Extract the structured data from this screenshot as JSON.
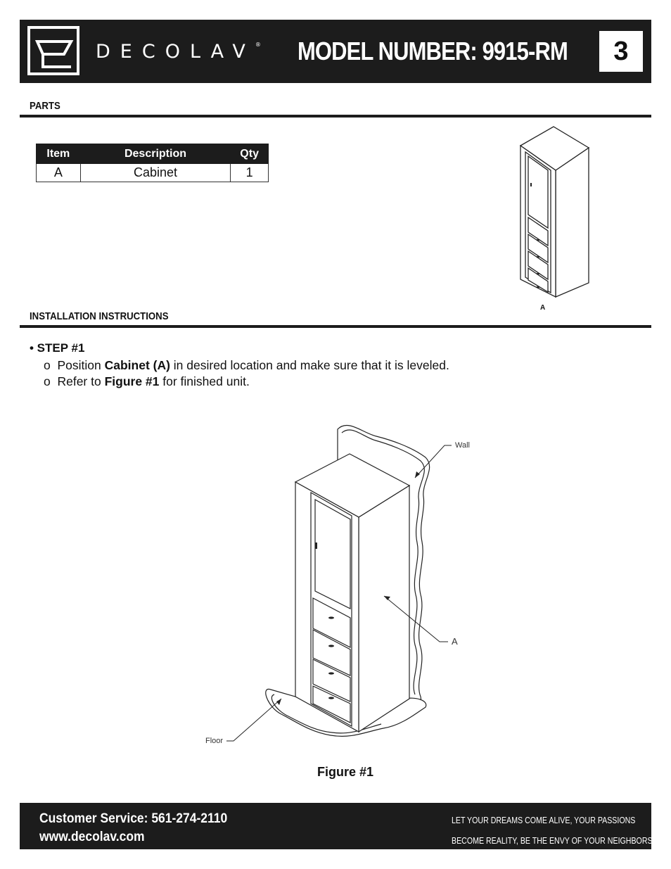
{
  "header": {
    "brand": "DECOLAV",
    "registered": "®",
    "model_label": "MODEL NUMBER: 9915-RM",
    "page_number": "3"
  },
  "parts": {
    "title": "PARTS",
    "columns": [
      "Item",
      "Description",
      "Qty"
    ],
    "rows": [
      {
        "item": "A",
        "description": "Cabinet",
        "qty": "1"
      }
    ],
    "illustration_label": "A"
  },
  "installation": {
    "title": "INSTALLATION INSTRUCTIONS",
    "step_title": "• STEP #1",
    "lines": [
      {
        "bullet": "o",
        "pre": "Position ",
        "bold": "Cabinet (A)",
        "post": " in desired location and make sure that it is leveled."
      },
      {
        "bullet": "o",
        "pre": "Refer to ",
        "bold": "Figure #1",
        "post": " for finished unit."
      }
    ]
  },
  "figure": {
    "label_wall": "Wall",
    "label_a": "A",
    "label_floor": "Floor",
    "caption": "Figure #1"
  },
  "footer": {
    "customer_service": "Customer Service: 561-274-2110",
    "website": "www.decolav.com",
    "slogan_line1": "LET YOUR DREAMS COME ALIVE, YOUR PASSIONS",
    "slogan_line2": "BECOME REALITY, BE THE ENVY OF YOUR NEIGHBORS",
    "slogan_mark": "®"
  }
}
